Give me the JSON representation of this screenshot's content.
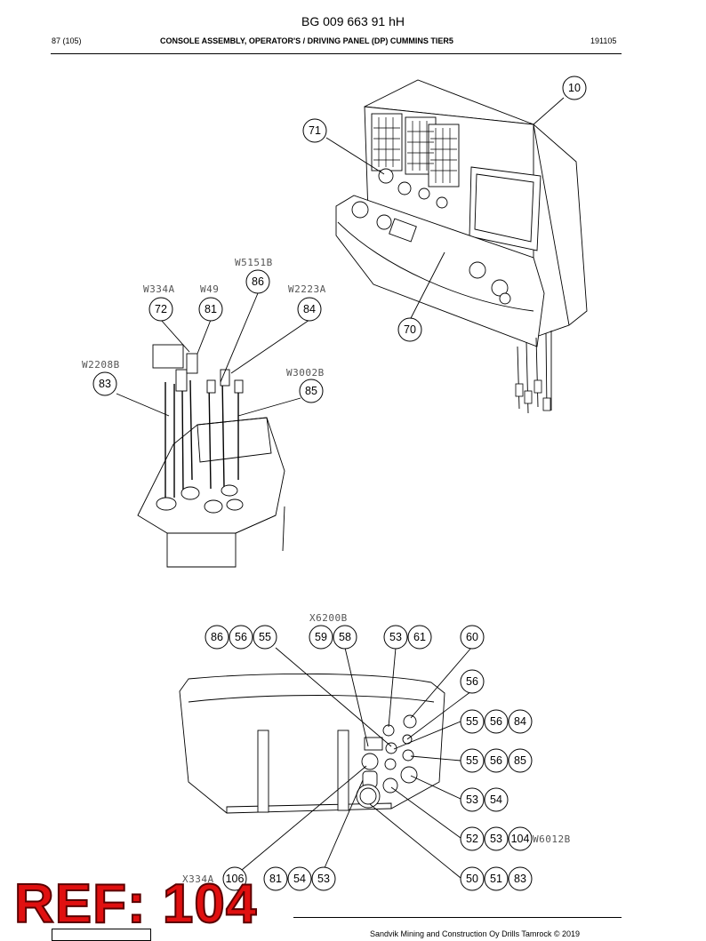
{
  "header": {
    "document_id": "BG 009 663 91 hH",
    "page": "87 (105)",
    "title": "CONSOLE ASSEMBLY, OPERATOR'S / DRIVING PANEL (DP) CUMMINS TIER5",
    "code": "191105"
  },
  "wire_labels": {
    "w5151b": "W5151B",
    "w334a": "W334A",
    "w49": "W49",
    "w2223a": "W2223A",
    "w2208b": "W2208B",
    "w3002b": "W3002B",
    "x6200b": "X6200B",
    "w6012b": "W6012B",
    "x334a": "X334A"
  },
  "callouts": {
    "c10": "10",
    "c71": "71",
    "c86": "86",
    "c72": "72",
    "c81": "81",
    "c84": "84",
    "c70": "70",
    "c83": "83",
    "c85": "85",
    "r1_86": "86",
    "r1_56": "56",
    "r1_55": "55",
    "r2_59": "59",
    "r2_58": "58",
    "r3_53": "53",
    "r3_61": "61",
    "r4_60": "60",
    "s56": "56",
    "a55": "55",
    "a56": "56",
    "a84": "84",
    "b55": "55",
    "b56": "56",
    "b85": "85",
    "d53": "53",
    "d54": "54",
    "e52": "52",
    "e53": "53",
    "e104": "104",
    "f106": "106",
    "g81": "81",
    "g54": "54",
    "g53": "53",
    "h50": "50",
    "h51": "51",
    "h83": "83"
  },
  "footer": {
    "copyright": "Sandvik Mining and Construction Oy Drills Tamrock © 2019"
  },
  "stamp": {
    "text": "REF: 104"
  }
}
